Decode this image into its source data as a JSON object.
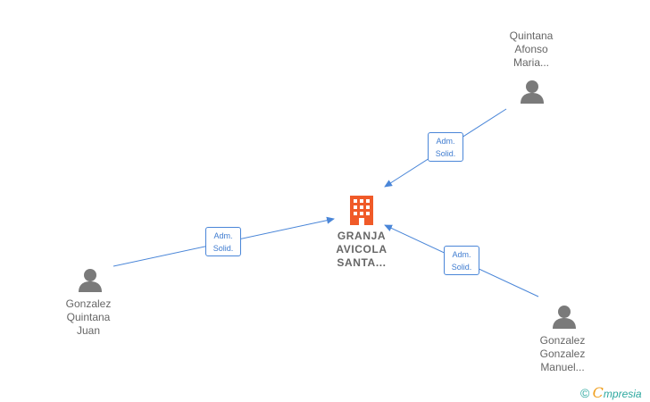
{
  "company": {
    "name_lines": [
      "GRANJA",
      "AVICOLA",
      "SANTA..."
    ],
    "icon": "building-icon",
    "color": "#f05a28"
  },
  "persons": [
    {
      "id": "p1",
      "name_lines": [
        "Quintana",
        "Afonso",
        "Maria..."
      ],
      "icon": "person-icon"
    },
    {
      "id": "p2",
      "name_lines": [
        "Gonzalez",
        "Quintana",
        "Juan"
      ],
      "icon": "person-icon"
    },
    {
      "id": "p3",
      "name_lines": [
        "Gonzalez",
        "Gonzalez",
        "Manuel..."
      ],
      "icon": "person-icon"
    }
  ],
  "relations": [
    {
      "from": "p1",
      "to": "company",
      "label_lines": [
        "Adm.",
        "Solid."
      ]
    },
    {
      "from": "p2",
      "to": "company",
      "label_lines": [
        "Adm.",
        "Solid."
      ]
    },
    {
      "from": "p3",
      "to": "company",
      "label_lines": [
        "Adm.",
        "Solid."
      ]
    }
  ],
  "colors": {
    "edge": "#4a86d8",
    "person_icon": "#7a7a7a",
    "text": "#666666"
  },
  "watermark": {
    "copyright": "©",
    "brand_initial": "C",
    "brand_rest": "mpresia"
  }
}
